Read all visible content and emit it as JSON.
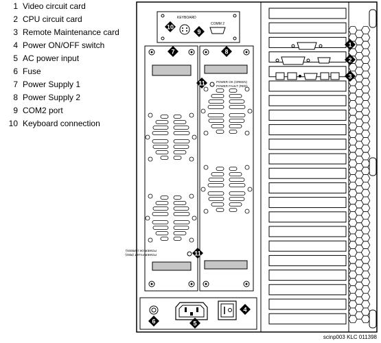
{
  "legend": [
    {
      "num": "1",
      "text": "Video circuit card"
    },
    {
      "num": "2",
      "text": "CPU circuit card"
    },
    {
      "num": "3",
      "text": "Remote Maintenance card"
    },
    {
      "num": "4",
      "text": "Power ON/OFF switch"
    },
    {
      "num": "5",
      "text": "AC power input"
    },
    {
      "num": "6",
      "text": "Fuse"
    },
    {
      "num": "7",
      "text": "Power Supply 1"
    },
    {
      "num": "8",
      "text": "Power Supply 2"
    },
    {
      "num": "9",
      "text": "COM2 port"
    },
    {
      "num": "10",
      "text": "Keyboard connection"
    }
  ],
  "panel_labels": {
    "keyboard": "KEYBOARD",
    "comm2": "COMM 2",
    "power_ok": "POWER OK (GREEN)",
    "power_fault": "POWER FAULT (RED)",
    "power_ok_inv": "POWER OK (GREEN)",
    "power_fault_inv": "POWER FAULT (RED)"
  },
  "callouts": {
    "c1": "1",
    "c2": "2",
    "c3": "3",
    "c4": "4",
    "c5": "5",
    "c6": "6",
    "c7": "7",
    "c8": "8",
    "c9": "9",
    "c10": "10",
    "c11a": "11",
    "c11b": "11"
  },
  "caption": "scinp003 KLC 011398"
}
